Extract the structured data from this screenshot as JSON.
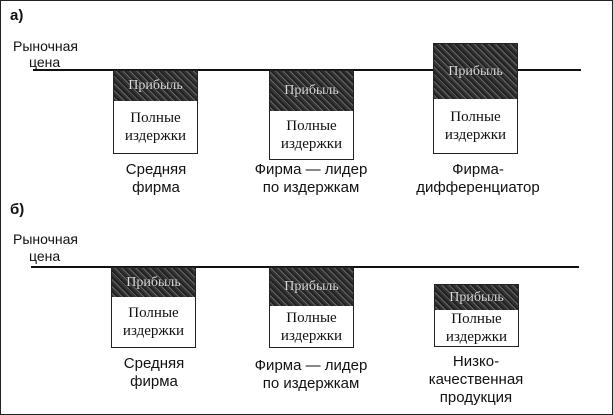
{
  "panels": [
    {
      "label": "а)",
      "price_label": [
        "Рыночная",
        "цена"
      ],
      "firms": [
        {
          "profit": "Прибыль",
          "cost": [
            "Полные",
            "издержки"
          ],
          "caption": [
            "Средняя",
            "фирма"
          ]
        },
        {
          "profit": "Прибыль",
          "cost": [
            "Полные",
            "издержки"
          ],
          "caption": [
            "Фирма — лидер",
            "по издержкам"
          ]
        },
        {
          "profit": "Прибыль",
          "cost": [
            "Полные",
            "издержки"
          ],
          "caption": [
            "Фирма-",
            "дифференциатор"
          ]
        }
      ]
    },
    {
      "label": "б)",
      "price_label": [
        "Рыночная",
        "цена"
      ],
      "firms": [
        {
          "profit": "Прибыль",
          "cost": [
            "Полные",
            "издержки"
          ],
          "caption": [
            "Средняя",
            "фирма"
          ]
        },
        {
          "profit": "Прибыль",
          "cost": [
            "Полные",
            "издержки"
          ],
          "caption": [
            "Фирма — лидер",
            "по издержкам"
          ]
        },
        {
          "profit": "Прибыль",
          "cost": [
            "Полные",
            "издержки"
          ],
          "caption": [
            "Низко-",
            "качественная",
            "продукция"
          ]
        }
      ]
    }
  ]
}
